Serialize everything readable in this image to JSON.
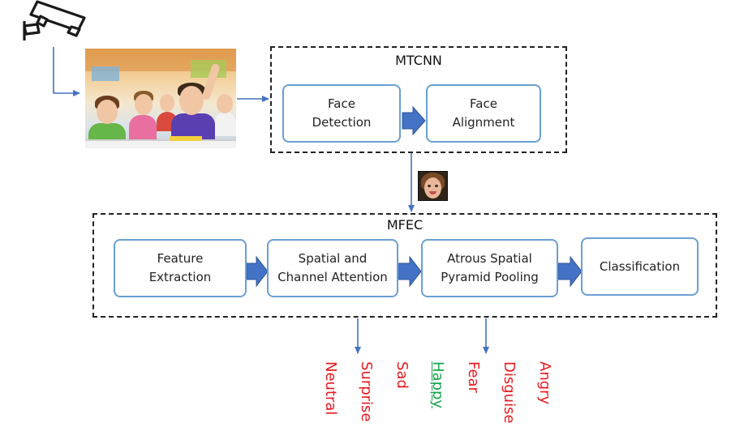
{
  "colors": {
    "arrow": "#4472c4",
    "box_border": "#6a9fd4",
    "frame": "#222222",
    "emotion_default": "#e8191d",
    "emotion_active": "#17a34a"
  },
  "camera": {
    "icon": "cctv-camera-icon"
  },
  "mtcnn": {
    "title": "MTCNN",
    "steps": [
      {
        "label": "Face\nDetection"
      },
      {
        "label": "Face\nAlignment"
      }
    ]
  },
  "face_crop": {
    "icon": "face-crop-thumbnail"
  },
  "mfec": {
    "title": "MFEC",
    "steps": [
      {
        "label": "Feature\nExtraction"
      },
      {
        "label": "Spatial and\nChannel Attention"
      },
      {
        "label": "Atrous Spatial\nPyramid Pooling"
      },
      {
        "label": "Classification"
      }
    ]
  },
  "emotions": [
    {
      "label": "Neutral",
      "active": false
    },
    {
      "label": "Surprise",
      "active": false
    },
    {
      "label": "Sad",
      "active": false
    },
    {
      "label": "Happy",
      "active": true
    },
    {
      "label": "Fear",
      "active": false
    },
    {
      "label": "Disguise",
      "active": false
    },
    {
      "label": "Angry",
      "active": false
    }
  ]
}
